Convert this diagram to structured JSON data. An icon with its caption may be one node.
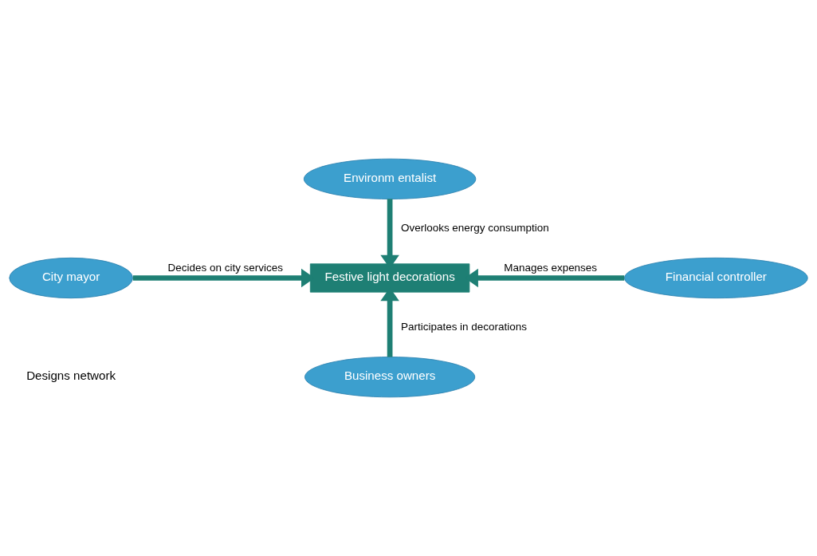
{
  "diagram": {
    "nodes": [
      {
        "text": [
          "Environm entalist"
        ]
      },
      {
        "text": [
          "City mayor"
        ]
      },
      {
        "text": [
          "Festive light decorations"
        ]
      },
      {
        "text": [
          "Financial controller"
        ]
      },
      {
        "text": [
          "Business owners"
        ]
      }
    ],
    "edges": [
      {
        "from": 0,
        "to": 2,
        "arrow": "to",
        "label": "Overlooks energy consumption"
      },
      {
        "from": 1,
        "to": 2,
        "arrow": "to",
        "label": "Decides on city services"
      },
      {
        "from": 3,
        "to": 2,
        "arrow": "to",
        "label": "Manages expenses"
      },
      {
        "from": 4,
        "to": 2,
        "arrow": "to",
        "label": "Participates in decorations"
      }
    ],
    "labels": [
      "Designs network"
    ]
  }
}
